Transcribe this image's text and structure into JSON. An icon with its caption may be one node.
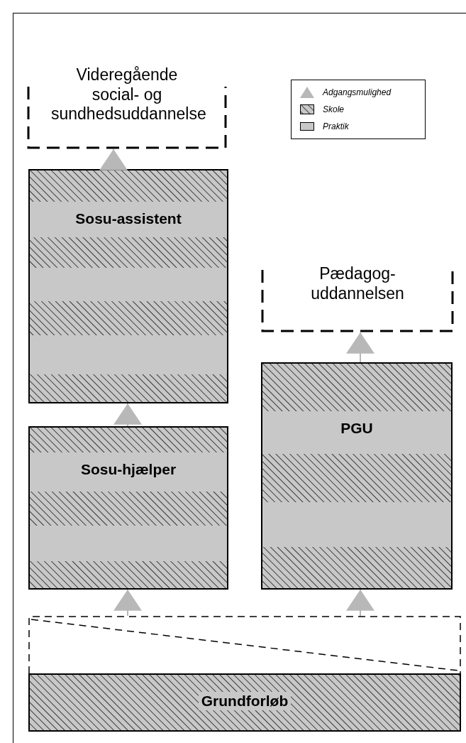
{
  "diagram": {
    "nodes": [
      {
        "text": [
          "Videregående social- og sundhedsuddannelse"
        ]
      },
      {
        "text": [
          "Sosu-assistent"
        ]
      },
      {
        "text": [
          "Pædagog-uddannelsen"
        ]
      },
      {
        "text": [
          "PGU"
        ]
      },
      {
        "text": [
          "Sosu-hjælper"
        ]
      },
      {
        "text": [],
        "shape": "box"
      },
      {
        "text": [
          "Grundforløb"
        ]
      }
    ],
    "edges": [
      {
        "from": 1,
        "to": 0,
        "arrow": "to"
      },
      {
        "from": 4,
        "to": 1,
        "arrow": "to"
      },
      {
        "from": 3,
        "to": 2,
        "arrow": "to"
      },
      {
        "from": 5,
        "to": 4,
        "arrow": "to"
      },
      {
        "from": 5,
        "to": 3,
        "arrow": "to"
      }
    ],
    "legend": [
      {
        "text": "Adgangsmulighed"
      },
      {
        "text": "Skole"
      },
      {
        "text": "Praktik",
        "color": "#c8c8c8"
      }
    ]
  }
}
